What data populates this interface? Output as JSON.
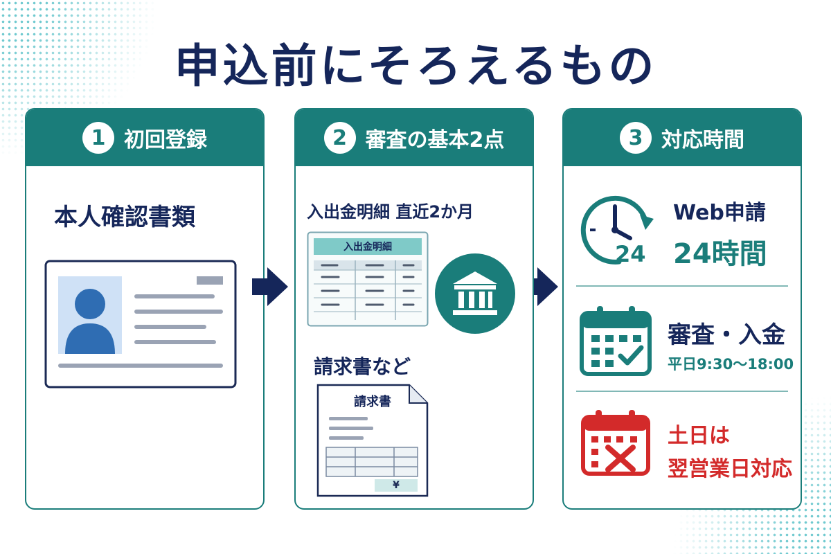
{
  "title": "申込前にそろえるもの",
  "steps": [
    {
      "number": "1",
      "label": "初回登録",
      "heading": "本人確認書類"
    },
    {
      "number": "2",
      "label": "審査の基本2点",
      "item1": "入出金明細 直近2か月",
      "statement_header": "入出金明細",
      "item2": "請求書など",
      "invoice_title": "請求書",
      "invoice_yen": "¥"
    },
    {
      "number": "3",
      "label": "対応時間",
      "web_label": "Web申請",
      "web_hours": "24時間",
      "clock_number": "24",
      "review_label": "審査・入金",
      "review_hours": "平日9:30〜18:00",
      "weekend_line1": "土日は",
      "weekend_line2": "翌営業日対応"
    }
  ],
  "colors": {
    "teal": "#1a7d7a",
    "navy": "#15265a",
    "red": "#d32a2a",
    "blue": "#2f6db3"
  },
  "icons": [
    "id-card-icon",
    "statement-table-icon",
    "bank-icon",
    "invoice-icon",
    "clock-icon",
    "calendar-check-icon",
    "calendar-x-icon",
    "arrow-right-icon"
  ]
}
